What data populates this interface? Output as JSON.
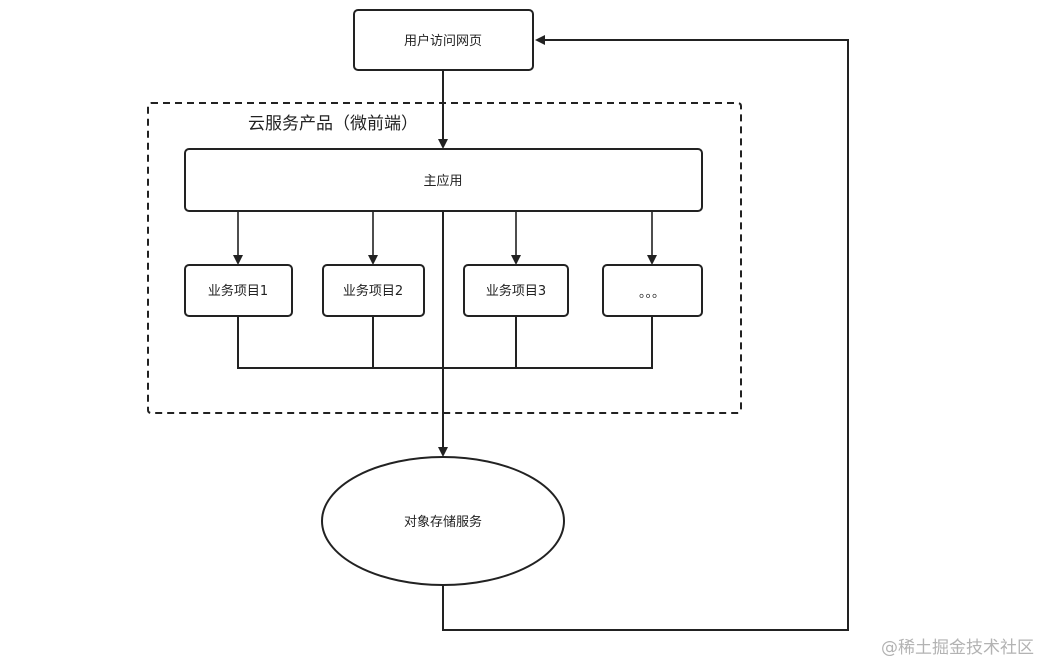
{
  "nodes": {
    "user": {
      "label": "用户访问网页"
    },
    "group": {
      "label": "云服务产品（微前端）"
    },
    "main_app": {
      "label": "主应用"
    },
    "biz1": {
      "label": "业务项目1"
    },
    "biz2": {
      "label": "业务项目2"
    },
    "biz3": {
      "label": "业务项目3"
    },
    "biz_more": {
      "label": "。。。"
    },
    "storage": {
      "label": "对象存储服务"
    }
  },
  "watermark": {
    "text": "@稀土掘金技术社区"
  },
  "colors": {
    "stroke": "#222222",
    "fill": "#ffffff",
    "watermark": "#b3b3b3"
  }
}
